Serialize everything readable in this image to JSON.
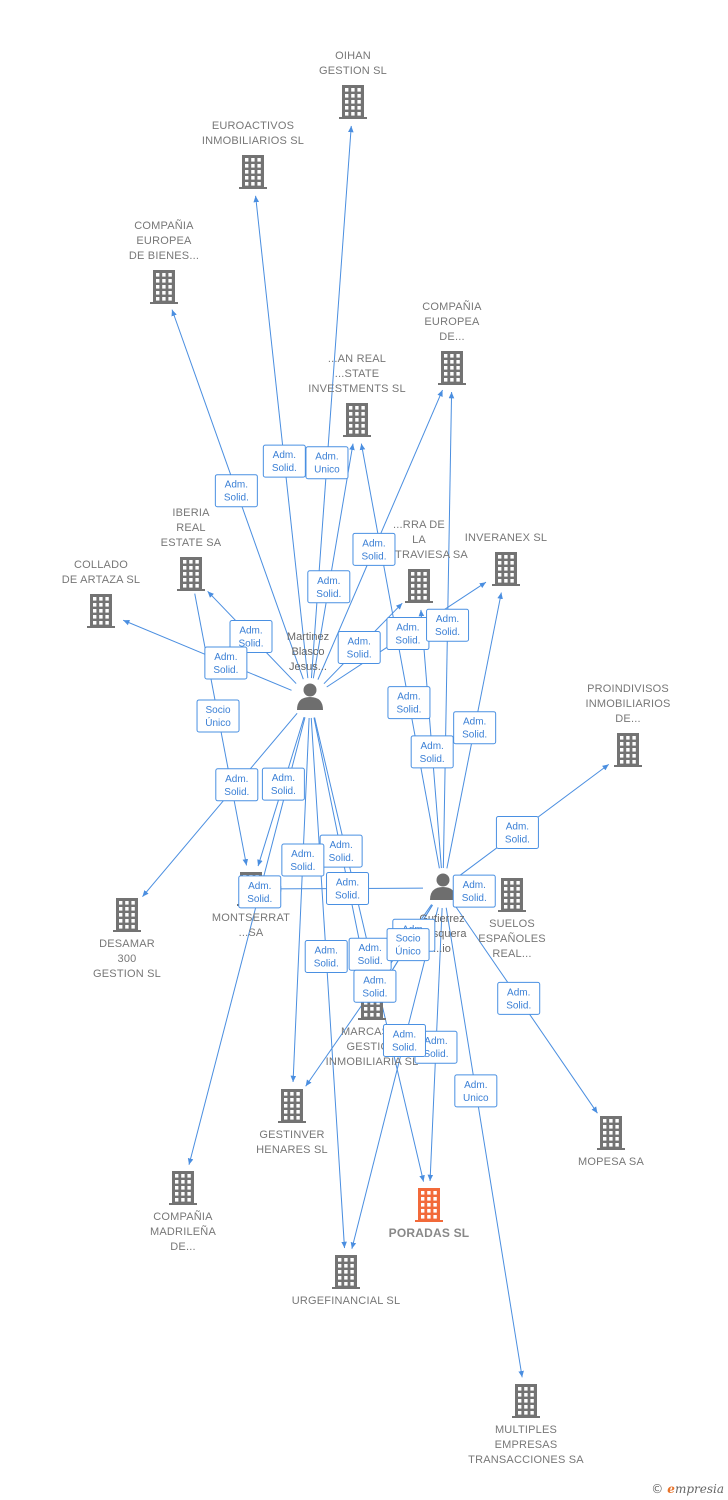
{
  "colors": {
    "edge": "#4a8ee0",
    "building": "#737373",
    "building_main": "#f26a3a",
    "person": "#6e6e6e"
  },
  "persons": [
    {
      "id": "p1",
      "label": [
        "Martinez",
        "Blasco",
        "Jesus..."
      ]
    },
    {
      "id": "p2",
      "label": [
        "Gutierrez",
        "Mesquera",
        "...io"
      ]
    }
  ],
  "companies": [
    {
      "id": "oihan",
      "label": [
        "OIHAN",
        "GESTION SL"
      ]
    },
    {
      "id": "euroactivos",
      "label": [
        "EUROACTIVOS",
        "INMOBILIARIOS SL"
      ]
    },
    {
      "id": "cebienes",
      "label": [
        "COMPAÑIA",
        "EUROPEA",
        "DE BIENES..."
      ]
    },
    {
      "id": "ced",
      "label": [
        "COMPAÑIA",
        "EUROPEA",
        "DE..."
      ]
    },
    {
      "id": "sevan",
      "label": [
        "...AN REAL",
        "...STATE",
        "INVESTMENTS SL"
      ]
    },
    {
      "id": "iberia",
      "label": [
        "IBERIA",
        "REAL",
        "ESTATE SA"
      ]
    },
    {
      "id": "collado",
      "label": [
        "COLLADO",
        "DE ARTAZA SL"
      ]
    },
    {
      "id": "contraviesa",
      "label": [
        "...RRA DE",
        "LA",
        "CONTRAVIESA SA"
      ]
    },
    {
      "id": "inveranex",
      "label": [
        "INVERANEX SL"
      ]
    },
    {
      "id": "proindivisos",
      "label": [
        "PROINDIVISOS",
        "INMOBILIARIOS",
        "DE..."
      ]
    },
    {
      "id": "desamar",
      "label": [
        "DESAMAR",
        "300",
        "GESTION SL"
      ]
    },
    {
      "id": "montserrat",
      "label": [
        "MONTSERRAT",
        "...SA"
      ]
    },
    {
      "id": "suelos",
      "label": [
        "SUELOS",
        "ESPAÑOLES",
        "REAL..."
      ]
    },
    {
      "id": "marcasal",
      "label": [
        "MARCASAL",
        "GESTION",
        "INMOBILIARIA SL"
      ]
    },
    {
      "id": "gestinver",
      "label": [
        "GESTINVER",
        "HENARES SL"
      ]
    },
    {
      "id": "mopesa",
      "label": [
        "MOPESA SA"
      ]
    },
    {
      "id": "madrilena",
      "label": [
        "COMPAÑIA",
        "MADRILEÑA",
        "DE..."
      ]
    },
    {
      "id": "poradas",
      "label": [
        "PORADAS SL"
      ],
      "main": true
    },
    {
      "id": "urgefinancial",
      "label": [
        "URGEFINANCIAL SL"
      ]
    },
    {
      "id": "multiples",
      "label": [
        "MULTIPLES",
        "EMPRESAS",
        "TRANSACCIONES SA"
      ]
    }
  ],
  "relations": [
    {
      "from": "p1",
      "to": "oihan",
      "label": [
        "Adm.",
        "Unico"
      ]
    },
    {
      "from": "p1",
      "to": "euroactivos",
      "label": [
        "Adm.",
        "Solid."
      ]
    },
    {
      "from": "p1",
      "to": "cebienes",
      "label": [
        "Adm.",
        "Solid."
      ]
    },
    {
      "from": "p1",
      "to": "sevan",
      "label": [
        "Adm.",
        "Solid."
      ]
    },
    {
      "from": "p1",
      "to": "ced",
      "label": [
        "Adm.",
        "Solid."
      ]
    },
    {
      "from": "p1",
      "to": "iberia",
      "label": [
        "Adm.",
        "Solid."
      ]
    },
    {
      "from": "p1",
      "to": "collado",
      "label": [
        "Adm.",
        "Solid."
      ]
    },
    {
      "from": "p1",
      "to": "contraviesa",
      "label": [
        "Adm.",
        "Solid."
      ]
    },
    {
      "from": "p1",
      "to": "inveranex",
      "label": [
        "Adm.",
        "Solid."
      ]
    },
    {
      "from": "p1",
      "to": "desamar",
      "label": [
        "Adm.",
        "Solid."
      ]
    },
    {
      "from": "p1",
      "to": "montserrat",
      "label": [
        "Adm.",
        "Solid."
      ]
    },
    {
      "from": "p1",
      "to": "marcasal",
      "label": [
        "Adm.",
        "Solid."
      ]
    },
    {
      "from": "p1",
      "to": "gestinver",
      "label": [
        "Adm.",
        "Solid."
      ]
    },
    {
      "from": "p1",
      "to": "urgefinancial",
      "label": [
        "Adm.",
        "Solid."
      ]
    },
    {
      "from": "p1",
      "to": "poradas",
      "label": [
        "Adm.",
        "Solid."
      ]
    },
    {
      "from": "p1",
      "to": "madrilena",
      "label": [
        "Adm.",
        "Solid."
      ]
    },
    {
      "from": "iberia",
      "to": "montserrat",
      "label": [
        "Socio",
        "Único"
      ]
    },
    {
      "from": "p2",
      "to": "ced",
      "label": [
        "Adm.",
        "Solid."
      ]
    },
    {
      "from": "p2",
      "to": "sevan",
      "label": [
        "Adm.",
        "Solid."
      ]
    },
    {
      "from": "p2",
      "to": "contraviesa",
      "label": [
        "Adm.",
        "Solid."
      ]
    },
    {
      "from": "p2",
      "to": "inveranex",
      "label": [
        "Adm.",
        "Solid."
      ]
    },
    {
      "from": "p2",
      "to": "proindivisos",
      "label": [
        "Adm.",
        "Solid."
      ]
    },
    {
      "from": "p2",
      "to": "suelos",
      "label": [
        "Adm.",
        "Solid."
      ]
    },
    {
      "from": "p2",
      "to": "montserrat",
      "label": [
        "Adm.",
        "Solid."
      ]
    },
    {
      "from": "p2",
      "to": "marcasal",
      "label": [
        "Adm.",
        "Solid."
      ]
    },
    {
      "from": "p2",
      "to": "gestinver",
      "label": [
        "Adm.",
        "Solid."
      ]
    },
    {
      "from": "p2",
      "to": "poradas",
      "label": [
        "Adm.",
        "Solid."
      ]
    },
    {
      "from": "p2",
      "to": "urgefinancial",
      "label": [
        "Adm.",
        "Solid."
      ]
    },
    {
      "from": "p2",
      "to": "mopesa",
      "label": [
        "Adm.",
        "Solid."
      ]
    },
    {
      "from": "p2",
      "to": "marcasal",
      "label": [
        "Socio",
        "Único"
      ]
    },
    {
      "from": "p2",
      "to": "multiples",
      "label": [
        "Adm.",
        "Unico"
      ]
    }
  ],
  "brand": {
    "copyright": "©",
    "first_letter": "e",
    "rest": "mpresia"
  }
}
